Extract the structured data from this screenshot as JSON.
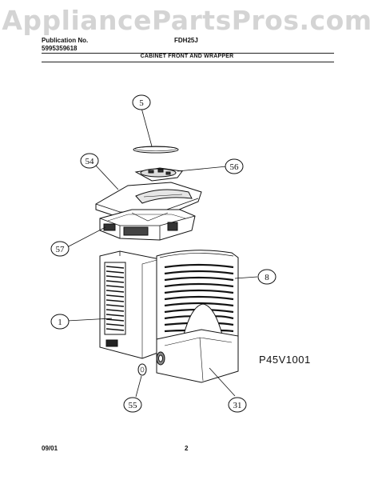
{
  "watermark": "AppliancePartsPros.com",
  "header": {
    "publication_label": "Publication No.",
    "publication_no": "5995359618",
    "model": "FDH25J"
  },
  "section_title": "CABINET FRONT AND WRAPPER",
  "diagram_code": "P45V1001",
  "footer": {
    "date": "09/01",
    "page": "2"
  },
  "callouts": [
    "5",
    "54",
    "56",
    "57",
    "8",
    "1",
    "55",
    "31"
  ]
}
